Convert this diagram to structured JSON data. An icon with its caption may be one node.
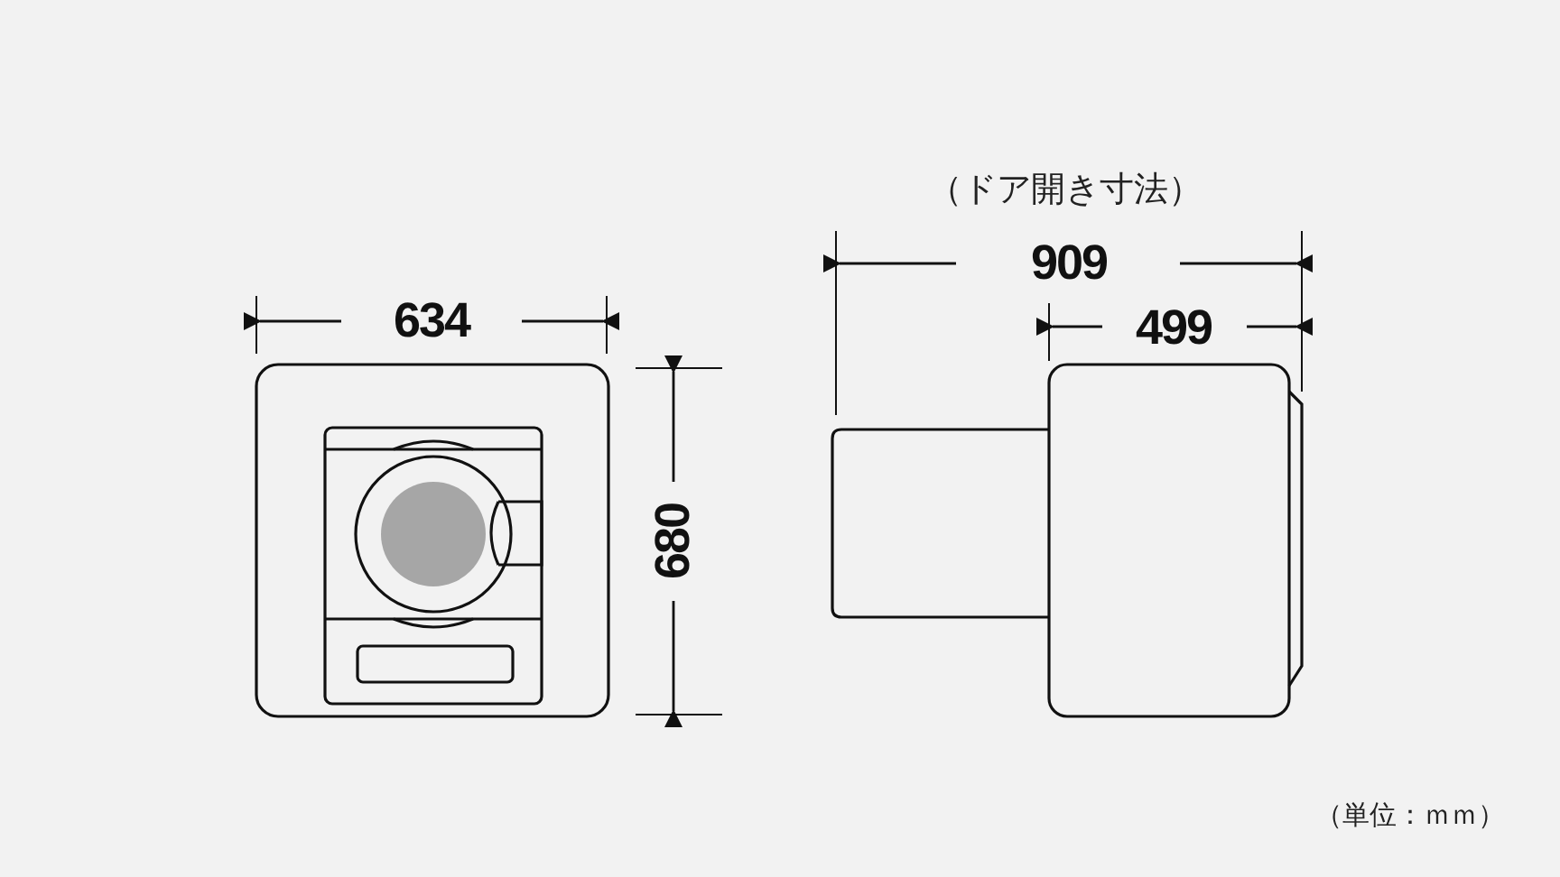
{
  "diagram": {
    "labels": [
      "（ドア開き寸法）",
      "909",
      "634",
      "499",
      "680",
      "（単位：ｍｍ）"
    ]
  }
}
